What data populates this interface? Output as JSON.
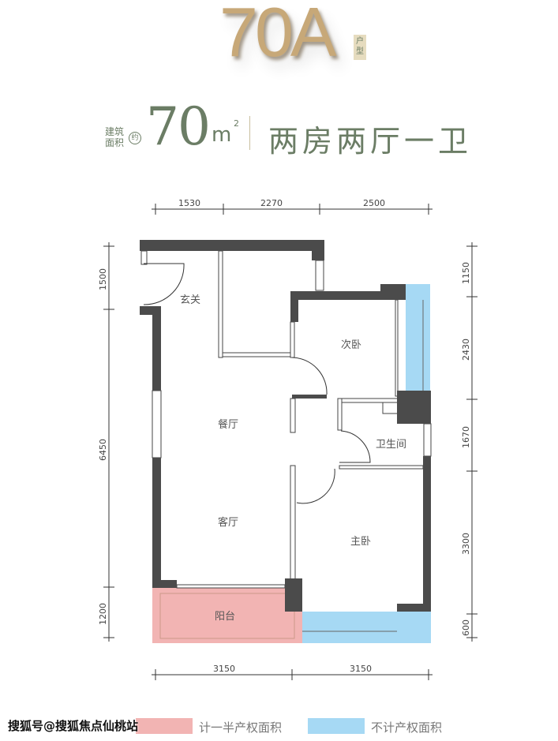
{
  "header": {
    "type_code": "70A",
    "type_tag": "户型",
    "area_label_line1": "建筑",
    "area_label_line2": "面积",
    "area_approx": "约",
    "area_value": "70",
    "area_unit": "m",
    "area_sup": "2",
    "layout": "两房两厅一卫"
  },
  "rooms": {
    "entrance": "玄关",
    "second_bedroom": "次卧",
    "dining": "餐厅",
    "bathroom": "卫生间",
    "living": "客厅",
    "master_bedroom": "主卧",
    "balcony": "阳台"
  },
  "dimensions": {
    "top": [
      "1530",
      "2270",
      "2500"
    ],
    "left": [
      "1500",
      "6450",
      "1200"
    ],
    "right": [
      "1150",
      "2430",
      "1670",
      "3300",
      "600"
    ],
    "bottom": [
      "3150",
      "3150"
    ]
  },
  "legend": {
    "half_area": "计一半产权面积",
    "no_area": "不计产权面积",
    "half_color": "#f2b4b3",
    "no_color": "#a6d9f4"
  },
  "watermark": "搜狐号@搜狐焦点仙桃站",
  "colors": {
    "wall": "#4b4b4b",
    "gold": "#c7a878",
    "green": "#6b7d65"
  }
}
